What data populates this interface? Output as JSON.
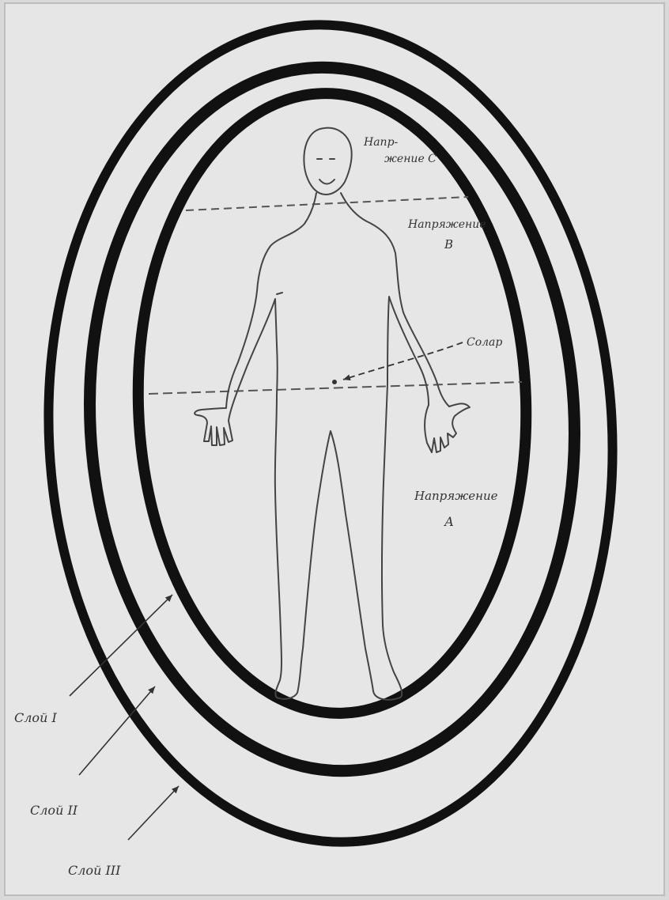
{
  "diagram": {
    "colors": {
      "paper": "#e6e6e6",
      "ink": "#111111",
      "pencil": "#444444"
    },
    "labels": {
      "zone_c_line1": "Напр-",
      "zone_c_line2": "жение С",
      "zone_b_line1": "Напряжение",
      "zone_b_line2": "В",
      "center": "Солар",
      "zone_a_line1": "Напряжение",
      "zone_a_line2": "А",
      "cocoon_1": "Слой I",
      "cocoon_2": "Слой II",
      "cocoon_3": "Слой III"
    }
  }
}
